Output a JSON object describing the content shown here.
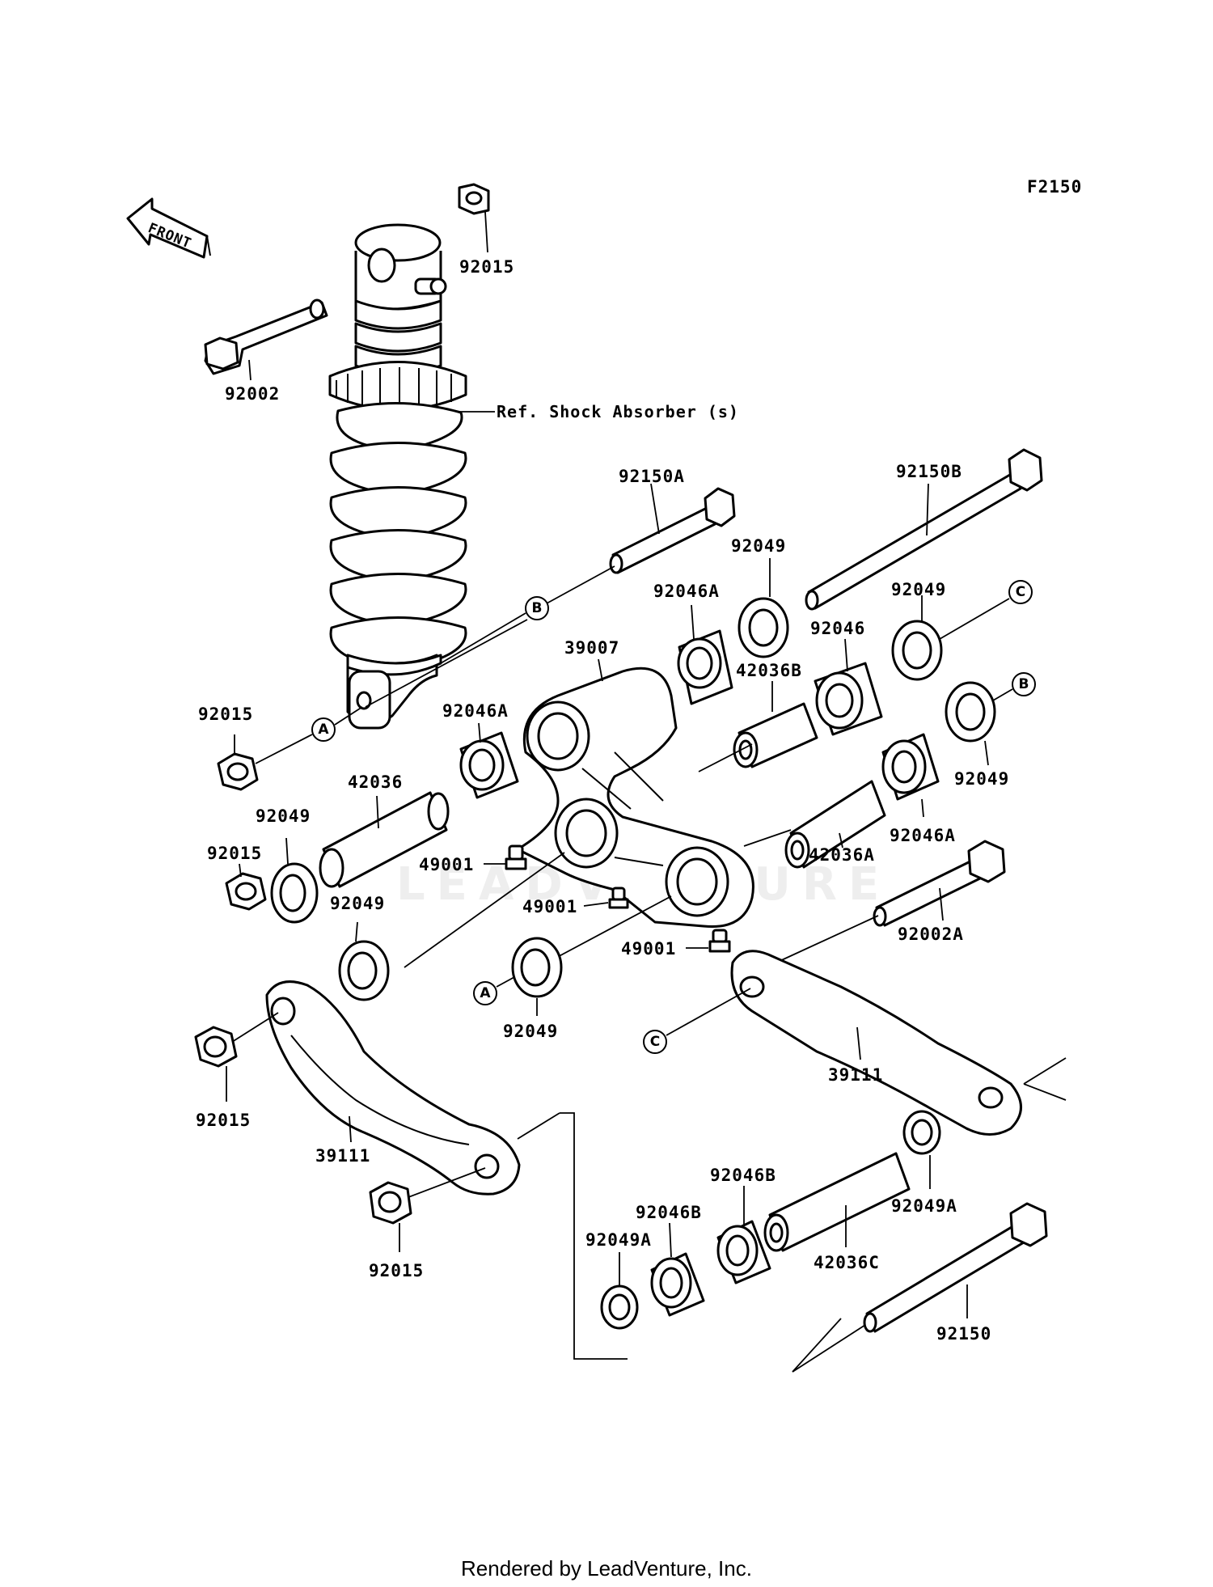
{
  "figure_code": "F2150",
  "front_label": "FRONT",
  "watermark": "LEADVENTURE",
  "ref_note": "Ref. Shock Absorber (s)",
  "footer": "Rendered by LeadVenture, Inc.",
  "callouts": {
    "a": "A",
    "b": "B",
    "c": "C"
  },
  "labels": {
    "p92015_top": "92015",
    "p92002": "92002",
    "p92150a": "92150A",
    "p92150b": "92150B",
    "p92049_1": "92049",
    "p92046a_1": "92046A",
    "p92049_2": "92049",
    "p39007": "39007",
    "p92046": "92046",
    "p42036b": "42036B",
    "p92015_left": "92015",
    "p92046a_2": "92046A",
    "p42036": "42036",
    "p92049_3": "92049",
    "p92015_mid": "92015",
    "p92049_4": "92049",
    "p49001_1": "49001",
    "p49001_2": "49001",
    "p49001_3": "49001",
    "p92046a_3": "92046A",
    "p42036a": "42036A",
    "p92002a": "92002A",
    "p92049_5": "92049",
    "p39111_right": "39111",
    "p92015_low": "92015",
    "p39111_left": "39111",
    "p92015_bottom": "92015",
    "p92046b_1": "92046B",
    "p92046b_2": "92046B",
    "p92049a_1": "92049A",
    "p42036c": "42036C",
    "p92049a_2": "92049A",
    "p92150": "92150"
  }
}
